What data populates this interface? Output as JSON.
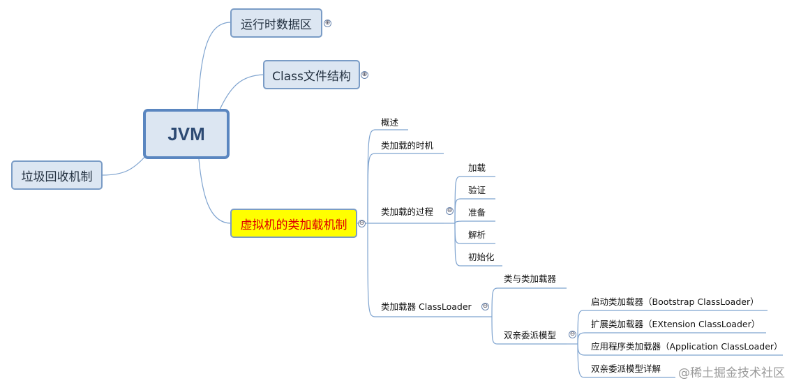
{
  "diagram": {
    "central": "JVM",
    "branches": {
      "runtime_area": "运行时数据区",
      "class_file": "Class文件结构",
      "gc": "垃圾回收机制",
      "classloading": "虚拟机的类加载机制"
    },
    "classloading_children": {
      "overview": "概述",
      "timing": "类加载的时机",
      "process": "类加载的过程",
      "classloader": "类加载器 ClassLoader"
    },
    "process_steps": [
      "加载",
      "验证",
      "准备",
      "解析",
      "初始化"
    ],
    "classloader_children": {
      "class_and_loader": "类与类加载器",
      "parent_delegation": "双亲委派模型"
    },
    "delegation_children": [
      "启动类加载器（Bootstrap ClassLoader）",
      "扩展类加载器（EXtension ClassLoader）",
      "应用程序类加载器（Application ClassLoader）",
      "双亲委派模型详解"
    ],
    "toggles": {
      "collapsed": "⊕",
      "expanded": "⊖"
    }
  },
  "watermark": "@稀土掘金技术社区",
  "colors": {
    "line": "#7ea3cf",
    "node_fill": "#dce6f2",
    "node_border": "#7a9cc6",
    "highlight": "#ffff00",
    "highlight_text": "#e00000"
  }
}
